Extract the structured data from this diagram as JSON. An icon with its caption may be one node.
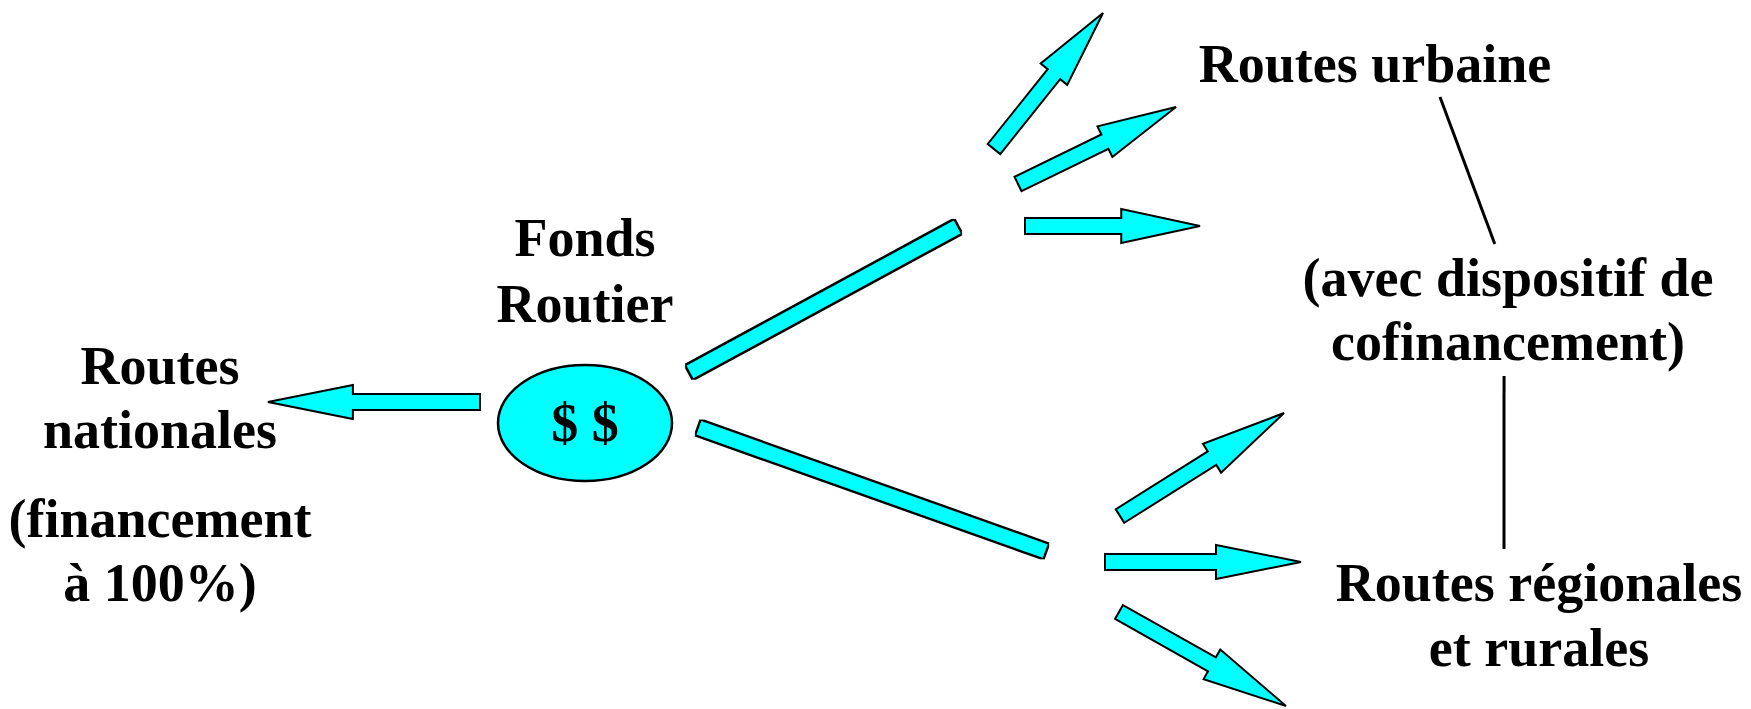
{
  "diagram": {
    "nodes": [
      {
        "text": [
          "Fonds Routier",
          "$ $"
        ]
      },
      {
        "text": [
          "Routes nationales",
          "(financement à 100%)"
        ]
      },
      {
        "text": [
          "Routes urbaine"
        ]
      },
      {
        "text": [
          "(avec dispositif de cofinancement)"
        ]
      },
      {
        "text": [
          "Routes régionales et rurales"
        ]
      }
    ],
    "edges": [
      {
        "from": 0,
        "to": 1,
        "arrow": "to",
        "style": "thick"
      },
      {
        "from": 0,
        "to": null,
        "arrow": "none",
        "style": "thick"
      },
      {
        "from": 0,
        "to": null,
        "arrow": "none",
        "style": "thick"
      },
      {
        "from": 2,
        "to": 3,
        "arrow": "none",
        "color": "#000000"
      },
      {
        "from": 3,
        "to": 4,
        "arrow": "none",
        "color": "#000000"
      }
    ]
  }
}
